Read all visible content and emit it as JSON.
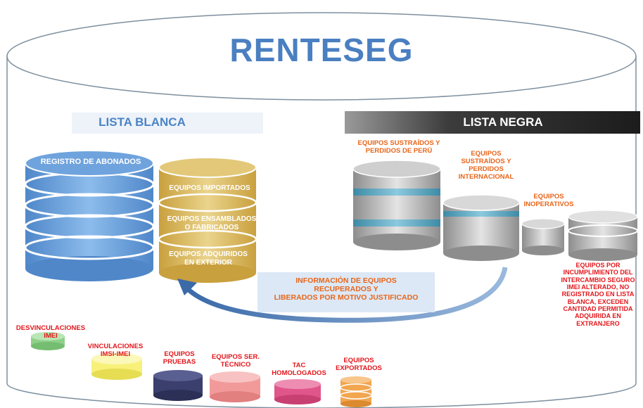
{
  "title": "RENTESEG",
  "lista_blanca": {
    "header": "LISTA BLANCA",
    "registro": "REGISTRO DE ABONADOS",
    "importados": "EQUIPOS IMPORTADOS",
    "ensamblados_1": "EQUIPOS ENSAMBLADOS",
    "ensamblados_2": "O FABRICADOS",
    "adquiridos_1": "EQUIPOS ADQUIRIDOS",
    "adquiridos_2": "EN EXTERIOR"
  },
  "lista_negra": {
    "header": "LISTA NEGRA",
    "peru_1": "EQUIPOS SUSTRAÍDOS Y",
    "peru_2": "PERDIDOS DE PERÚ",
    "intl_1": "EQUIPOS",
    "intl_2": "SUSTRAÍDOS Y",
    "intl_3": "PERDIDOS",
    "intl_4": "INTERNACIONAL",
    "inop_1": "EQUIPOS",
    "inop_2": "INOPERATIVOS",
    "incump_1": "EQUIPOS POR",
    "incump_2": "INCUMPLIMIENTO DEL",
    "incump_3": "INTERCAMBIO SEGURO",
    "incump_4": "IMEI ALTERADO, NO",
    "incump_5": "REGISTRADO EN LISTA",
    "incump_6": "BLANCA, EXCEDEN",
    "incump_7": "CANTIDAD PERMITIDA",
    "incump_8": "ADQUIRIDA EN",
    "incump_9": "EXTRANJERO"
  },
  "info": {
    "line1": "INFORMACIÓN DE EQUIPOS",
    "line2": "RECUPERADOS Y",
    "line3": "LIBERADOS POR MOTIVO JUSTIFICADO"
  },
  "bottom": {
    "desvinc_1": "DESVINCULACIONES",
    "desvinc_2": "IMEI",
    "vinc_1": "VINCULACIONES",
    "vinc_2": "IMSI-IMEI",
    "pruebas_1": "EQUIPOS",
    "pruebas_2": "PRUEBAS",
    "sertec_1": "EQUIPOS SER.",
    "sertec_2": "TÉCNICO",
    "tac_1": "TAC",
    "tac_2": "HOMOLOGADOS",
    "export_1": "EQUIPOS",
    "export_2": "EXPORTADOS"
  },
  "colors": {
    "title": "#4a7fc1",
    "blue_db": "#6fa3dd",
    "gold_db": "#d7b55a",
    "orange_text": "#e8651a",
    "red_text": "#e3161b",
    "green": "#8fd08a",
    "yellow": "#f7f17a",
    "navy": "#3b3f6e",
    "salmon": "#f29a9a",
    "pink": "#e0558a",
    "orange_db": "#f2a650"
  }
}
